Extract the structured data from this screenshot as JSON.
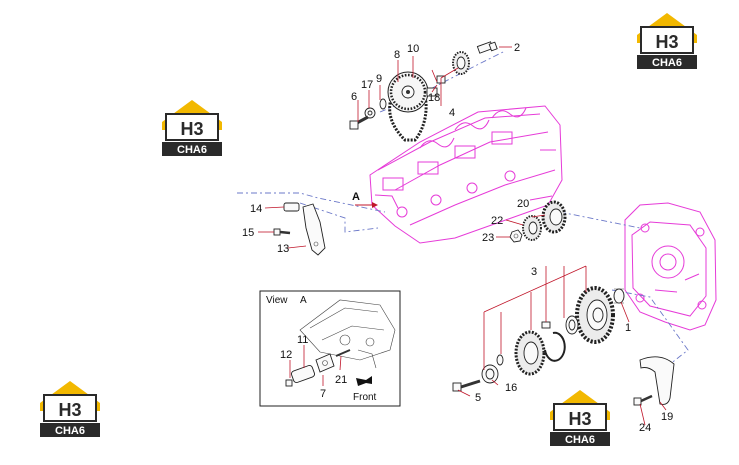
{
  "watermark": {
    "brand_mark": "H3",
    "brand_sub": "CHA6",
    "accent": "#f2b800",
    "dark": "#2a2a2a"
  },
  "colors": {
    "engine": "#e63bd8",
    "leader": "#c0162a",
    "centerline": "#6b78c8"
  },
  "callouts": {
    "c1": "1",
    "c2": "2",
    "c3": "3",
    "c4": "4",
    "c5": "5",
    "c6": "6",
    "c7": "7",
    "c8": "8",
    "c9": "9",
    "c10": "10",
    "c11": "11",
    "c12": "12",
    "c13": "13",
    "c14": "14",
    "c15": "15",
    "c16": "16",
    "c17": "17",
    "c18": "18",
    "c19": "19",
    "c20": "20",
    "c21": "21",
    "c22": "22",
    "c23": "23",
    "c24": "24"
  },
  "view_marker": "A",
  "inset": {
    "title": "View",
    "view_letter": "A",
    "front_label": "Front"
  }
}
